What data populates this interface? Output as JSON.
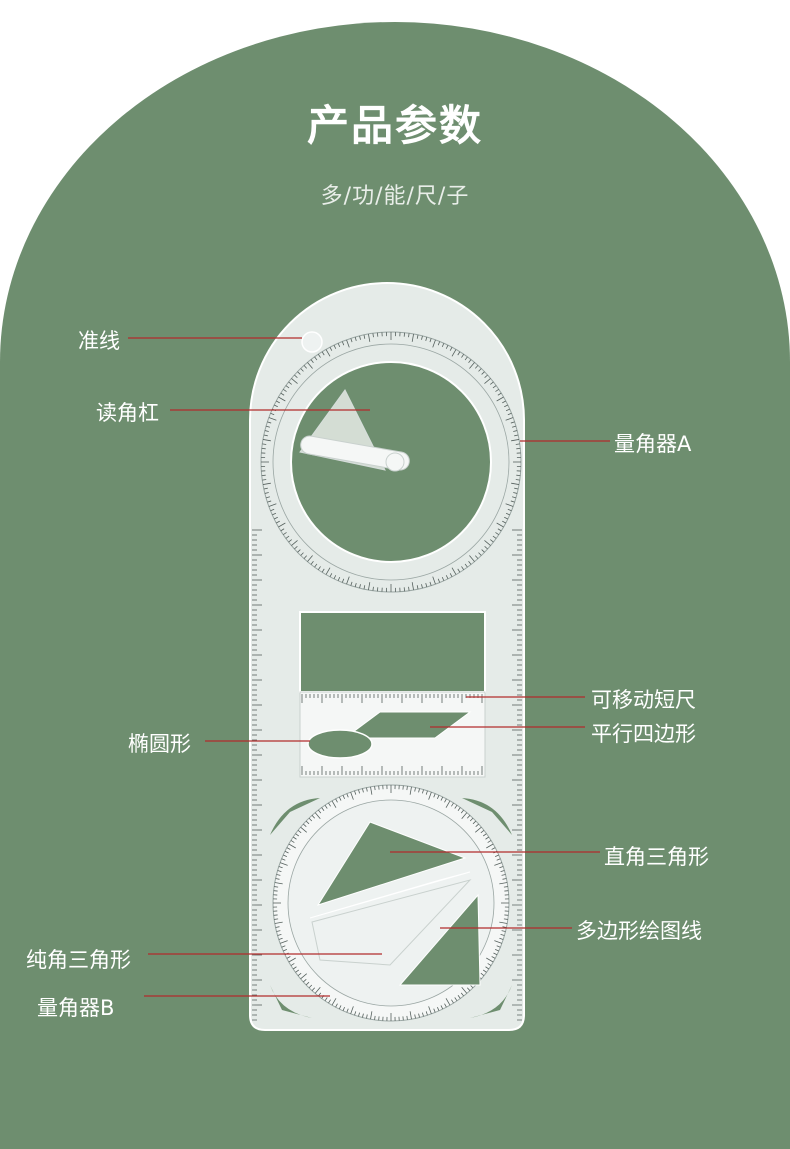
{
  "header": {
    "title": "产品参数",
    "subtitle": "多/功/能/尺/子"
  },
  "labels": {
    "guide_line": "准线",
    "reading_bar": "读角杠",
    "protractor_a": "量角器A",
    "movable_short_ruler": "可移动短尺",
    "parallelogram": "平行四边形",
    "ellipse": "椭圆形",
    "right_triangle": "直角三角形",
    "polygon_drawing_line": "多边形绘图线",
    "obtuse_triangle": "纯角三角形",
    "protractor_b": "量角器B"
  },
  "colors": {
    "background": "#6e8e6f",
    "leader_line": "#b22c2c",
    "text": "#ffffff",
    "ruler_fill": "#eef2f1"
  }
}
